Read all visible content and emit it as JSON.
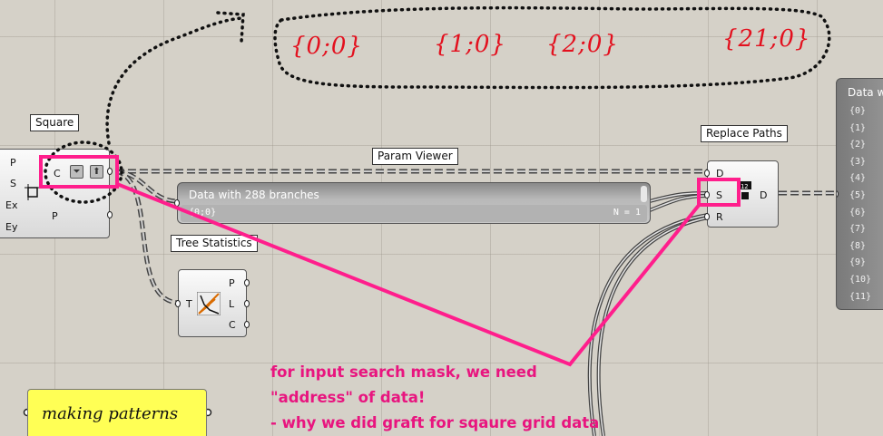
{
  "components": {
    "square": {
      "label": "Square",
      "inputs": [
        "P",
        "S",
        "Ex",
        "Ey"
      ],
      "outputs": [
        "C",
        "P"
      ]
    },
    "tree_statistics": {
      "label": "Tree Statistics",
      "input": "T",
      "outputs": [
        "P",
        "L",
        "C"
      ]
    },
    "replace_paths": {
      "label": "Replace Paths",
      "inputs": [
        "D",
        "S",
        "R"
      ],
      "output": "D"
    },
    "param_viewer": {
      "label": "Param Viewer",
      "title": "Data with 288 branches",
      "path": "{0;0}",
      "count": "N = 1"
    },
    "data_panel": {
      "title": "Data w",
      "paths": [
        "{0}",
        "{1}",
        "{2}",
        "{3}",
        "{4}",
        "{5}",
        "{6}",
        "{7}",
        "{8}",
        "{9}",
        "{10}",
        "{11}"
      ]
    }
  },
  "note": {
    "text": "making patterns"
  },
  "handwritten": [
    "{0;0}",
    "{1;0}",
    "{2;0}",
    "{21;0}"
  ],
  "annotation": {
    "lines": [
      "for input search mask, we need",
      "\"address\" of data!",
      "- why we did graft for sqaure grid data"
    ]
  },
  "colors": {
    "highlight": "#ff1e8c",
    "annotation": "#e8157f",
    "handwriting": "#e3101e",
    "note": "#ffff55"
  }
}
